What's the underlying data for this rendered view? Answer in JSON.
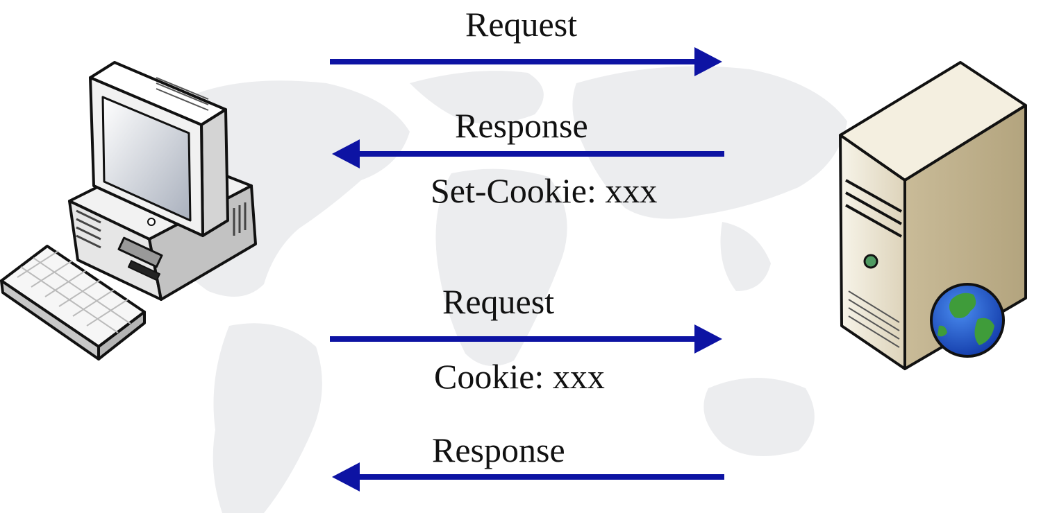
{
  "colors": {
    "arrow": "#0d13a3",
    "background": "#ffffff",
    "map_watermark": "#ecedef",
    "label": "#111111"
  },
  "icons": {
    "client": "desktop-computer-icon",
    "server": "web-server-icon"
  },
  "messages": [
    {
      "label": "Request",
      "direction": "client-to-server"
    },
    {
      "label": "Response",
      "header": "Set-Cookie: xxx",
      "direction": "server-to-client"
    },
    {
      "label": "Request",
      "header": "Cookie: xxx",
      "direction": "client-to-server"
    },
    {
      "label": "Response",
      "direction": "server-to-client"
    }
  ]
}
